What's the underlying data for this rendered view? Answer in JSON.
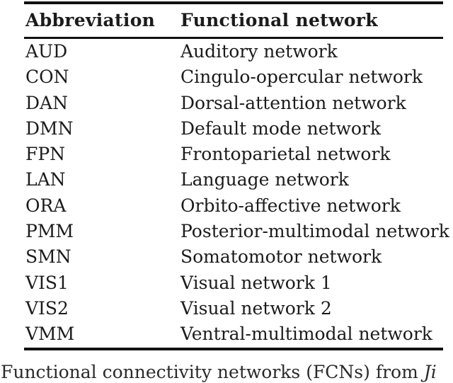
{
  "table": {
    "columns": [
      {
        "key": "abbr",
        "label": "Abbreviation"
      },
      {
        "key": "network",
        "label": "Functional network"
      }
    ],
    "rows": [
      {
        "abbr": "AUD",
        "network": "Auditory network"
      },
      {
        "abbr": "CON",
        "network": "Cingulo-opercular network"
      },
      {
        "abbr": "DAN",
        "network": "Dorsal-attention network"
      },
      {
        "abbr": "DMN",
        "network": "Default mode network"
      },
      {
        "abbr": "FPN",
        "network": "Frontoparietal network"
      },
      {
        "abbr": "LAN",
        "network": "Language network"
      },
      {
        "abbr": "ORA",
        "network": "Orbito-affective network"
      },
      {
        "abbr": "PMM",
        "network": "Posterior-multimodal network"
      },
      {
        "abbr": "SMN",
        "network": "Somatomotor network"
      },
      {
        "abbr": "VIS1",
        "network": "Visual network 1"
      },
      {
        "abbr": "VIS2",
        "network": "Visual network 2"
      },
      {
        "abbr": "VMM",
        "network": "Ventral-multimodal network"
      }
    ]
  },
  "caption": {
    "text_prefix": "Functional connectivity networks (FCNs) from ",
    "citation": "Ji"
  },
  "colors": {
    "text": "#1b1b1b",
    "rule": "#111111",
    "background": "#ffffff"
  }
}
